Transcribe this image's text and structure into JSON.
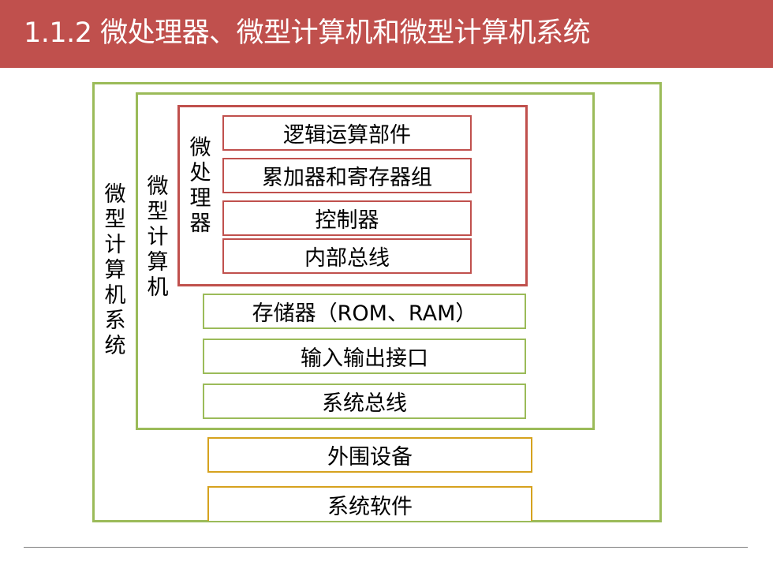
{
  "slide": {
    "title": "1.1.2 微处理器、微型计算机和微型计算机系统"
  },
  "diagram": {
    "system_label": "微型计算机系统",
    "computer_label": "微型计算机",
    "cpu_label": "微处理器",
    "cpu_parts": [
      "逻辑运算部件",
      "累加器和寄存器组",
      "控制器",
      "内部总线"
    ],
    "computer_parts": [
      "存储器（ROM、RAM）",
      "输入输出接口",
      "系统总线"
    ],
    "system_parts": [
      "外围设备",
      "系统软件"
    ]
  },
  "colors": {
    "title_bar": "#c0504d",
    "cpu_frame": "#c0504d",
    "computer_frame": "#9bbb59",
    "system_frame": "#9bbb59",
    "system_part_border": "#d6a21e"
  }
}
